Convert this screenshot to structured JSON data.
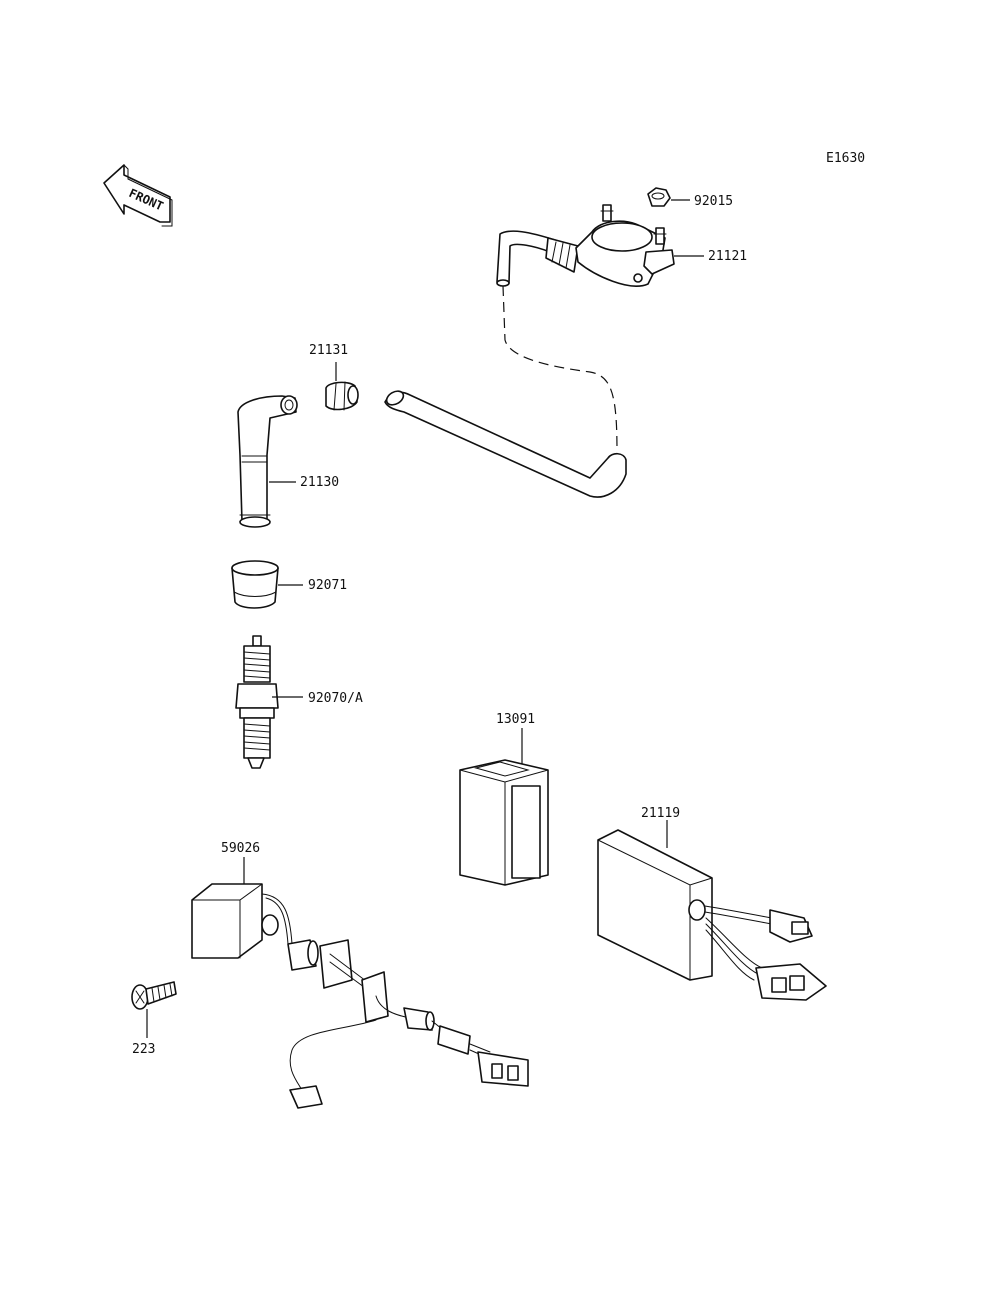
{
  "diagram_code": "E1630",
  "front_arrow_text": "FRONT",
  "parts": {
    "p92015": "92015",
    "p21121": "21121",
    "p21131": "21131",
    "p21130": "21130",
    "p92071": "92071",
    "p92070A": "92070/A",
    "p13091": "13091",
    "p21119": "21119",
    "p59026": "59026",
    "p223": "223"
  }
}
